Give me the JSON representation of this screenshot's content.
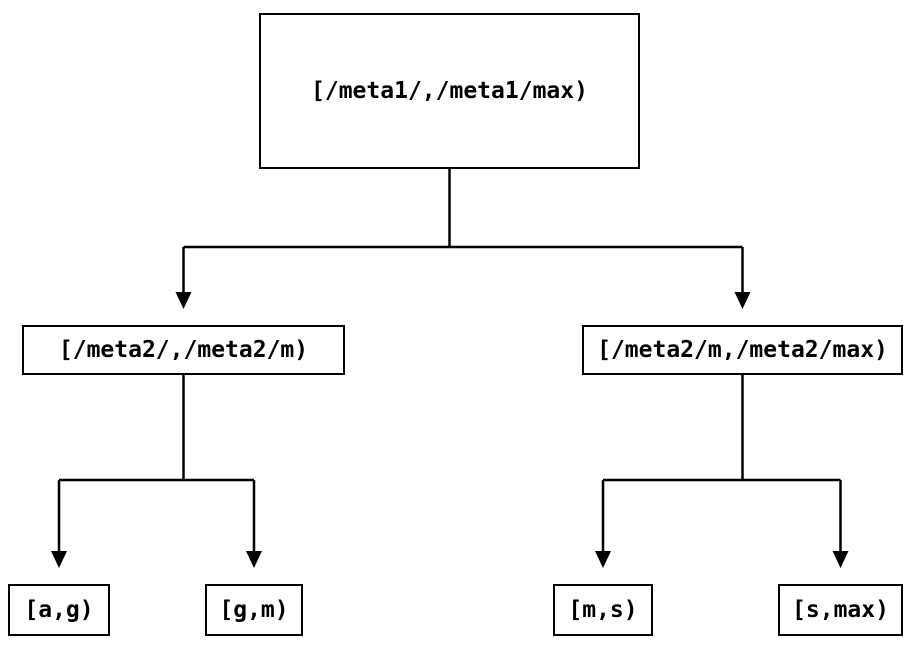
{
  "diagram": {
    "type": "tree",
    "background_color": "#ffffff",
    "line_color": "#000000",
    "text_color": "#000000",
    "nodes": {
      "root": {
        "label": "[/meta1/,/meta1/max)"
      },
      "l2_left": {
        "label": "[/meta2/,/meta2/m)"
      },
      "l2_right": {
        "label": "[/meta2/m,/meta2/max)"
      },
      "leaf_ag": {
        "label": "[a,g)"
      },
      "leaf_gm": {
        "label": "[g,m)"
      },
      "leaf_ms": {
        "label": "[m,s)"
      },
      "leaf_smax": {
        "label": "[s,max)"
      }
    },
    "edges": [
      {
        "from": "root",
        "to": "l2_left"
      },
      {
        "from": "root",
        "to": "l2_right"
      },
      {
        "from": "l2_left",
        "to": "leaf_ag"
      },
      {
        "from": "l2_left",
        "to": "leaf_gm"
      },
      {
        "from": "l2_right",
        "to": "leaf_ms"
      },
      {
        "from": "l2_right",
        "to": "leaf_smax"
      }
    ]
  }
}
